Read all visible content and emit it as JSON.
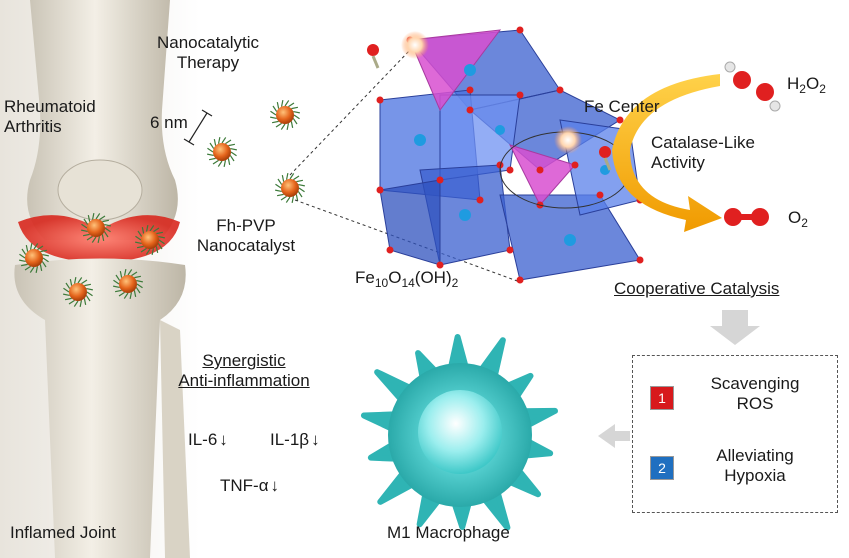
{
  "labels": {
    "nanocatalytic_therapy": [
      "Nanocatalytic",
      "Therapy"
    ],
    "rheumatoid_arthritis": [
      "Rheumatoid",
      "Arthritis"
    ],
    "size": "6 nm",
    "nanocatalyst": [
      "Fh-PVP",
      "Nanocatalyst"
    ],
    "fe_center": "Fe Center",
    "formula": {
      "base": "Fe",
      "n1": "10",
      "o": "O",
      "n2": "14",
      "rest": "(OH)",
      "n3": "2"
    },
    "h2o2": {
      "base": "H",
      "n1": "2",
      "o": "O",
      "n2": "2"
    },
    "o2": {
      "base": "O",
      "n1": "2"
    },
    "catalase": [
      "Catalase-Like",
      "Activity"
    ],
    "cooperative": "Cooperative Catalysis",
    "synergistic": [
      "Synergistic",
      "Anti-inflammation"
    ],
    "cytokines": {
      "il6": "IL-6",
      "il1b": "IL-1β",
      "tnf": "TNF-α",
      "arrow": "↓"
    },
    "inflamed_joint": "Inflamed Joint",
    "macrophage": "M1 Macrophage"
  },
  "box": {
    "items": [
      {
        "num": "1",
        "color": "#d7191c",
        "lines": [
          "Scavenging",
          "ROS"
        ]
      },
      {
        "num": "2",
        "color": "#1f6fc0",
        "lines": [
          "Alleviating",
          "Hypoxia"
        ]
      }
    ]
  },
  "colors": {
    "nanoparticle": "#e5651c",
    "octahedra": "#3a5fcf",
    "tetrahedra": "#d84fd0",
    "macrophage": "#3fc8c8",
    "arrow": "#f2a900",
    "inflammation": "#e8443a"
  }
}
